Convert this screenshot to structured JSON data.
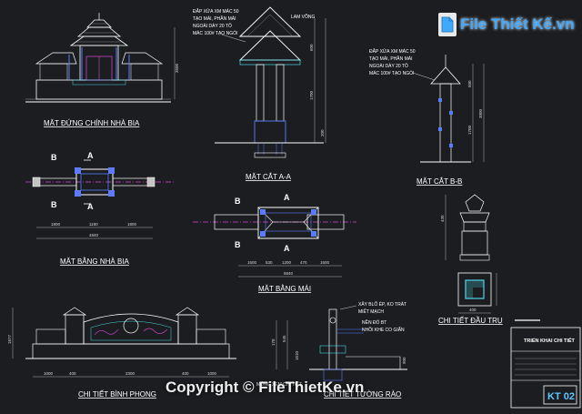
{
  "labels": {
    "elevation": "MẶT ĐỨNG CHÍNH NHÀ BIA",
    "plan": "MẶT BẰNG NHÀ BIA",
    "section_aa": "MẶT CẮT A-A",
    "section_bb": "MẶT CẮT B-B",
    "roof_plan": "MẶT BẰNG MÁI",
    "column_detail": "CHI TIẾT ĐẦU TRỤ",
    "screen_wall": "CHI TIẾT BÌNH PHONG",
    "fence_wall": "CHI TIẾT TƯỜNG RÀO"
  },
  "section_marks": {
    "a": "A",
    "b": "B"
  },
  "notes": {
    "roof_note_1": [
      "ĐẮP XỬA XM MÁC 50",
      "TẠO MÁI, PHẦN MÁI",
      "NGOÀI DÀY 20 TÔ",
      "MÁC 100# TẠO NGÓI"
    ],
    "roof_tile": "LAM VÕNG",
    "roof_note_2": [
      "ĐẮP XỬA XM MÁC 50",
      "TẠO MÁI, PHẦN MÁI",
      "NGOÀI DÀY 20 TÔ",
      "MÁC 100# TẠO NGÓI"
    ],
    "wall_note_1": [
      "XÂY BLỐ ÉP, KO TRÁT",
      "MIẾT MẠCH"
    ],
    "wall_note_2": [
      "NỀN ĐỔ BT",
      "NHỒI KHE CO GIÃN"
    ],
    "wall_base": "MÓNG XEM CHI TIẾT"
  },
  "dims": {
    "plan": [
      "1800",
      "1180",
      "1800",
      "4840"
    ],
    "roof_plan": [
      "1500",
      "530",
      "1200",
      "470",
      "1500",
      "5840"
    ],
    "section_aa": [
      "600",
      "1700",
      "200"
    ],
    "section_bb": [
      "500",
      "1700",
      "3000"
    ],
    "screen_wall": [
      "1000",
      "400",
      "2300",
      "400",
      "1000"
    ],
    "screen_wall_height": "1677",
    "fence_wall": [
      "178",
      "545",
      "1510",
      "900"
    ],
    "column_detail": [
      "430",
      "400"
    ]
  },
  "title_block": {
    "drawing_title": "TRIỂN KHAI CHI TIẾT",
    "sheet": "KT 02"
  },
  "watermark": {
    "logo": "File Thiết Kế.vn",
    "copyright": "Copyright © FileThietKe.vn"
  },
  "colors": {
    "background": "#1b1d20",
    "line_white": "#ffffff",
    "magenta": "#d848d8",
    "cyan": "#4fd6e8",
    "blue": "#5a7dff",
    "gray": "#a0a0a0",
    "label_red": "#ff4444"
  }
}
